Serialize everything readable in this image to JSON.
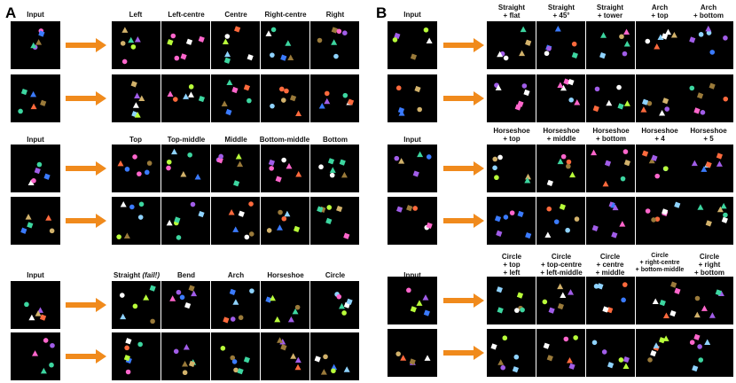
{
  "panels": {
    "a": {
      "letter": "A",
      "groups": [
        {
          "input_label": "Input",
          "columns": [
            "Left",
            "Left-centre",
            "Centre",
            "Right-centre",
            "Right"
          ],
          "fail_suffix": ""
        },
        {
          "input_label": "Input",
          "columns": [
            "Top",
            "Top-middle",
            "Middle",
            "Bottom-middle",
            "Bottom"
          ],
          "fail_suffix": ""
        },
        {
          "input_label": "Input",
          "columns": [
            "Straight",
            "Bend",
            "Arch",
            "Horseshoe",
            "Circle"
          ],
          "fail_suffix": "(fail!)"
        }
      ]
    },
    "b": {
      "letter": "B",
      "groups": [
        {
          "input_label": "Input",
          "columns": [
            "Straight\n+ flat",
            "Straight\n+ 45°",
            "Straight\n+ tower",
            "Arch\n+ top",
            "Arch\n+ bottom"
          ]
        },
        {
          "input_label": "Input",
          "columns": [
            "Horseshoe\n+ top",
            "Horseshoe\n+ middle",
            "Horseshoe\n+ bottom",
            "Horseshoe\n+ 4",
            "Horseshoe\n+ 5"
          ]
        },
        {
          "input_label": "Input",
          "columns": [
            "Circle\n+ top\n+ left",
            "Circle\n+ top-centre\n+ left-middle",
            "Circle\n+ centre\n+ middle",
            "Circle\n+ right-centre\n+ bottom-middle",
            "Circle\n+ right\n+ bottom"
          ]
        }
      ]
    }
  },
  "colors": {
    "arrow": "#f08a1c",
    "tile_bg": "#000000",
    "shape_palette": [
      "#3dd6a0",
      "#a15de8",
      "#9a7a3a",
      "#ff6a3d",
      "#ff66cc",
      "#3b7bff",
      "#b9ff3a",
      "#ffffff",
      "#8fd3ff",
      "#d2b26b"
    ]
  }
}
